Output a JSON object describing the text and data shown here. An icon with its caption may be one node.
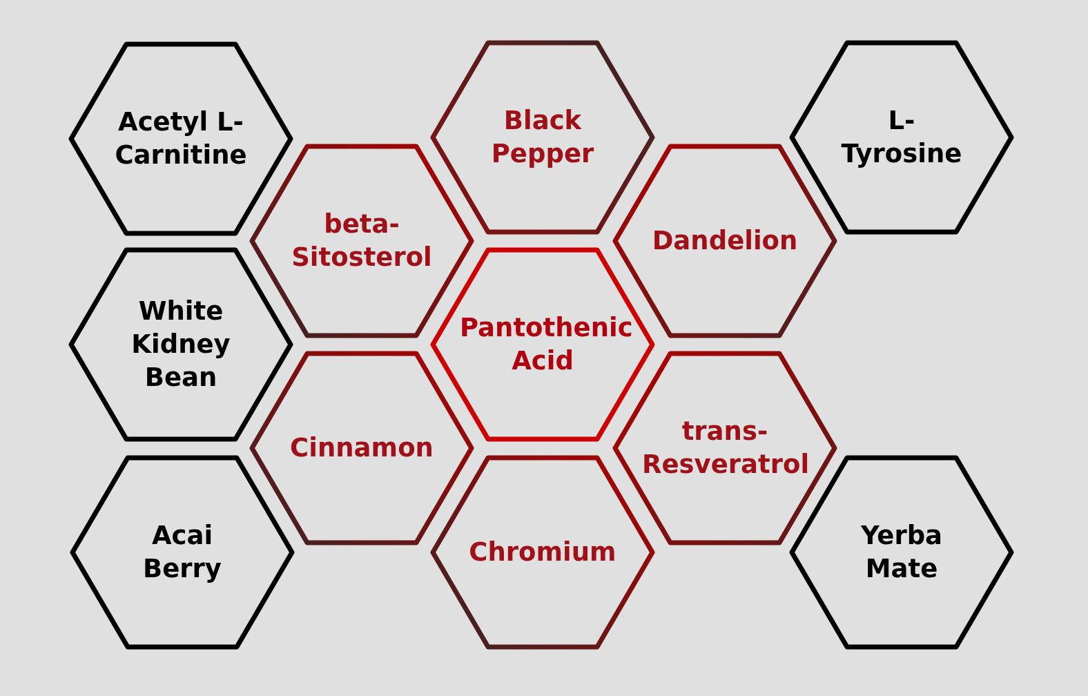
{
  "diagram": {
    "nodes": [
      {
        "text": [
          "Acetyl L-Carnitine"
        ]
      },
      {
        "text": [
          "Black Pepper"
        ]
      },
      {
        "text": [
          "L-Tyrosine"
        ]
      },
      {
        "text": [
          "beta-Sitosterol"
        ]
      },
      {
        "text": [
          "Dandelion"
        ]
      },
      {
        "text": [
          "White Kidney Bean"
        ]
      },
      {
        "text": [
          "Pantothenic Acid"
        ]
      },
      {
        "text": [
          "Cinnamon"
        ]
      },
      {
        "text": [
          "trans-Resveratrol"
        ]
      },
      {
        "text": [
          "Acai Berry"
        ]
      },
      {
        "text": [
          "Chromium"
        ]
      },
      {
        "text": [
          "Yerba Mate"
        ]
      }
    ]
  }
}
